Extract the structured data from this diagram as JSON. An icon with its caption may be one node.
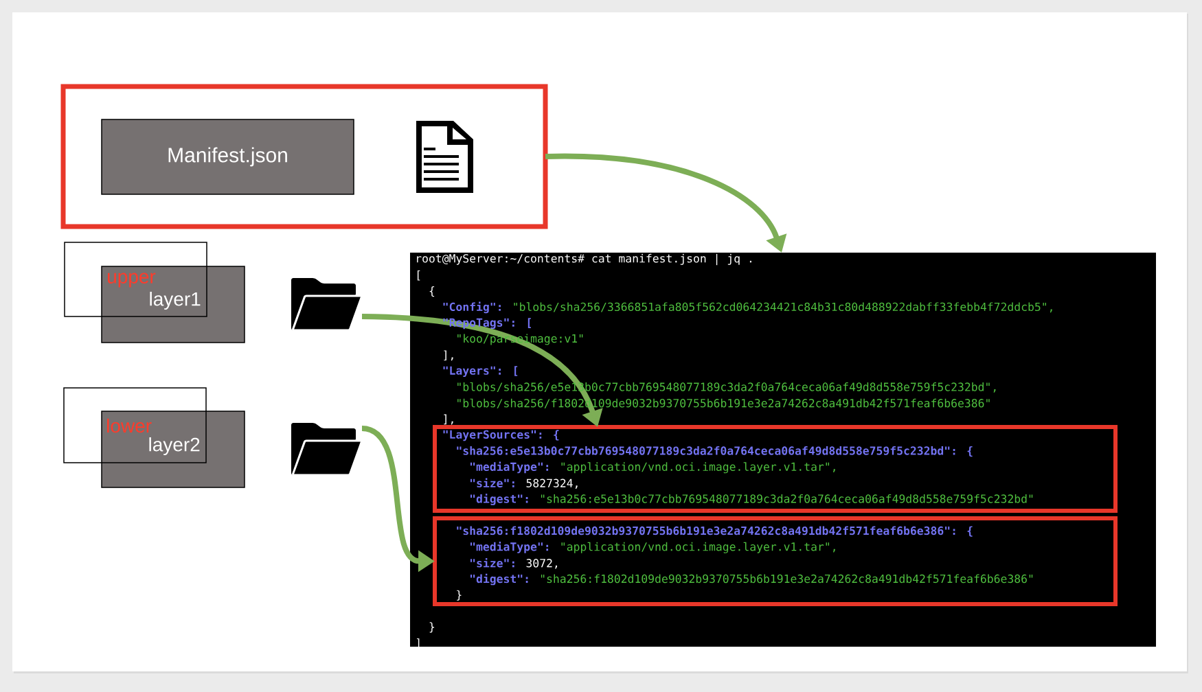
{
  "diagram": {
    "nodes": [
      {
        "text": [],
        "shape": "box"
      },
      {
        "text": [
          "Manifest.json"
        ],
        "in": 0
      },
      {
        "text": [
          "upper",
          "layer1"
        ]
      },
      {
        "text": [],
        "shape": "box"
      },
      {
        "text": [],
        "shape": "folder"
      },
      {
        "text": [
          "lower",
          "layer2"
        ]
      },
      {
        "text": [],
        "shape": "box"
      },
      {
        "text": [],
        "shape": "folder"
      },
      {
        "text": [
          "root@MyServer:~/contents# cat manifest.json | jq .",
          "[",
          "{",
          "\"Config\":",
          "\"blobs/sha256/3366851afa805f562cd064234421c84b31c80d488922dabff33febb4f72ddcb5\",",
          "\"RepoTags\": [",
          "\"koo/parseimage:v1\"",
          "],",
          "\"Layers\": [",
          "\"blobs/sha256/e5e13b0c77cbb769548077189c3da2f0a764ceca06af49d8d558e759f5c232bd\",",
          "\"blobs/sha256/f1802d109de9032b9370755b6b191e3e2a74262c8a491db42f571feaf6b6e386\"",
          "],",
          "}",
          "]"
        ]
      },
      {
        "text": [
          "\"LayerSources\": {",
          "\"sha256:e5e13b0c77cbb769548077189c3da2f0a764ceca06af49d8d558e759f5c232bd\": {",
          "\"mediaType\":",
          "\"application/vnd.oci.image.layer.v1.tar\",",
          "\"size\":",
          "5827324,",
          "\"digest\":",
          "\"sha256:e5e13b0c77cbb769548077189c3da2f0a764ceca06af49d8d558e759f5c232bd\""
        ],
        "in": 8
      },
      {
        "text": [
          "\"sha256:f1802d109de9032b9370755b6b191e3e2a74262c8a491db42f571feaf6b6e386\": {",
          "\"mediaType\":",
          "\"application/vnd.oci.image.layer.v1.tar\",",
          "\"size\":",
          "3072,",
          "\"digest\":",
          "\"sha256:f1802d109de9032b9370755b6b191e3e2a74262c8a491db42f571feaf6b6e386\"",
          "}"
        ],
        "in": 8
      }
    ],
    "edges": [
      {
        "from": 0,
        "to": 8,
        "arrow": "to"
      },
      {
        "from": 4,
        "to": 9,
        "arrow": "to"
      },
      {
        "from": 7,
        "to": 10,
        "arrow": "to"
      }
    ]
  }
}
